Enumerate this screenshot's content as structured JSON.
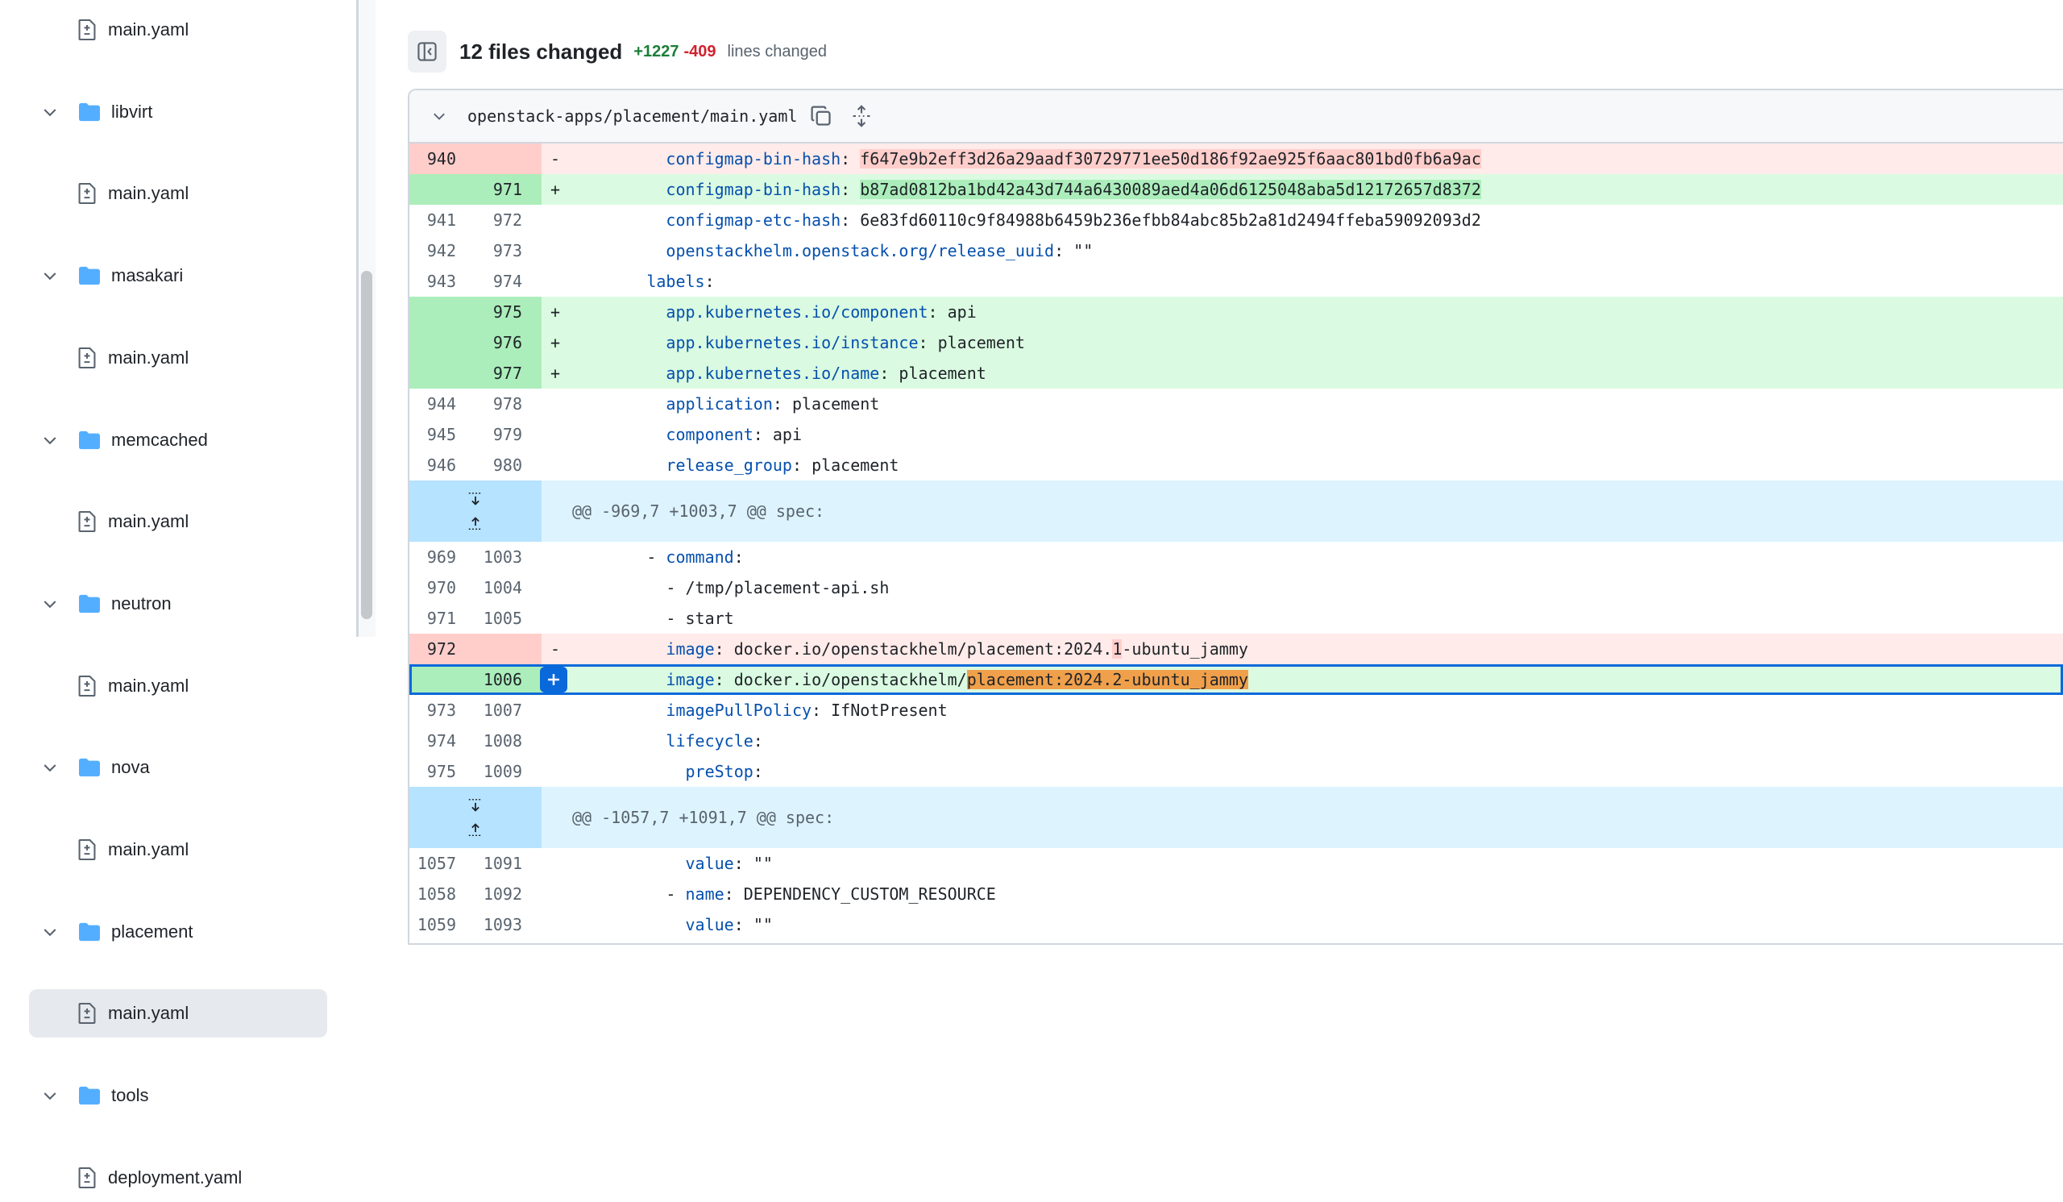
{
  "sidebar": {
    "tree": [
      {
        "type": "file",
        "name": "main.yaml"
      },
      {
        "type": "folder",
        "name": "libvirt"
      },
      {
        "type": "file",
        "name": "main.yaml"
      },
      {
        "type": "folder",
        "name": "masakari"
      },
      {
        "type": "file",
        "name": "main.yaml"
      },
      {
        "type": "folder",
        "name": "memcached"
      },
      {
        "type": "file",
        "name": "main.yaml"
      },
      {
        "type": "folder",
        "name": "neutron"
      },
      {
        "type": "file",
        "name": "main.yaml"
      },
      {
        "type": "folder",
        "name": "nova"
      },
      {
        "type": "file",
        "name": "main.yaml"
      },
      {
        "type": "folder",
        "name": "placement"
      },
      {
        "type": "file",
        "name": "main.yaml",
        "selected": true
      },
      {
        "type": "folder",
        "name": "tools"
      },
      {
        "type": "file",
        "name": "deployment.yaml"
      }
    ]
  },
  "header": {
    "title": "12 files changed",
    "additions": "+1227",
    "deletions": "-409",
    "lines_changed": "lines changed"
  },
  "file": {
    "path": "openstack-apps/placement/main.yaml"
  },
  "diff": [
    {
      "type": "del",
      "old": "940",
      "new": "",
      "sign": "-",
      "indent": "        ",
      "key": "configmap-bin-hash",
      "sep": ": ",
      "val": "f647e9b2eff3d26a29aadf30729771ee50d186f92ae925f6aac801bd0fb6a9ac",
      "hl": "val"
    },
    {
      "type": "add",
      "old": "",
      "new": "971",
      "sign": "+",
      "indent": "        ",
      "key": "configmap-bin-hash",
      "sep": ": ",
      "val": "b87ad0812ba1bd42a43d744a6430089aed4a06d6125048aba5d12172657d8372",
      "hl": "val"
    },
    {
      "type": "ctx",
      "old": "941",
      "new": "972",
      "sign": "",
      "indent": "        ",
      "key": "configmap-etc-hash",
      "sep": ": ",
      "val": "6e83fd60110c9f84988b6459b236efbb84abc85b2a81d2494ffeba59092093d2"
    },
    {
      "type": "ctx",
      "old": "942",
      "new": "973",
      "sign": "",
      "indent": "        ",
      "key": "openstackhelm.openstack.org/release_uuid",
      "sep": ": ",
      "val": "\"\""
    },
    {
      "type": "ctx",
      "old": "943",
      "new": "974",
      "sign": "",
      "indent": "      ",
      "key": "labels",
      "sep": ":",
      "val": ""
    },
    {
      "type": "add",
      "old": "",
      "new": "975",
      "sign": "+",
      "indent": "        ",
      "key": "app.kubernetes.io/component",
      "sep": ": ",
      "val": "api"
    },
    {
      "type": "add",
      "old": "",
      "new": "976",
      "sign": "+",
      "indent": "        ",
      "key": "app.kubernetes.io/instance",
      "sep": ": ",
      "val": "placement"
    },
    {
      "type": "add",
      "old": "",
      "new": "977",
      "sign": "+",
      "indent": "        ",
      "key": "app.kubernetes.io/name",
      "sep": ": ",
      "val": "placement"
    },
    {
      "type": "ctx",
      "old": "944",
      "new": "978",
      "sign": "",
      "indent": "        ",
      "key": "application",
      "sep": ": ",
      "val": "placement"
    },
    {
      "type": "ctx",
      "old": "945",
      "new": "979",
      "sign": "",
      "indent": "        ",
      "key": "component",
      "sep": ": ",
      "val": "api"
    },
    {
      "type": "ctx",
      "old": "946",
      "new": "980",
      "sign": "",
      "indent": "        ",
      "key": "release_group",
      "sep": ": ",
      "val": "placement"
    },
    {
      "type": "hunk",
      "text": "@@ -969,7 +1003,7 @@ spec:"
    },
    {
      "type": "ctx",
      "old": "969",
      "new": "1003",
      "sign": "",
      "indent": "      - ",
      "key": "command",
      "sep": ":",
      "val": ""
    },
    {
      "type": "ctx",
      "old": "970",
      "new": "1004",
      "sign": "",
      "indent": "        - ",
      "key": "",
      "sep": "",
      "val": "/tmp/placement-api.sh"
    },
    {
      "type": "ctx",
      "old": "971",
      "new": "1005",
      "sign": "",
      "indent": "        - ",
      "key": "",
      "sep": "",
      "val": "start"
    },
    {
      "type": "del",
      "old": "972",
      "new": "",
      "sign": "-",
      "indent": "        ",
      "key": "image",
      "sep": ": ",
      "val_pre": "docker.io/openstackhelm/placement:2024.",
      "val_hl": "1",
      "val_post": "-ubuntu_jammy"
    },
    {
      "type": "add",
      "old": "",
      "new": "1006",
      "sign": "+",
      "indent": "        ",
      "key": "image",
      "sep": ": ",
      "val_pre": "docker.io/openstackhelm/",
      "val_hl": "placement:2024.2-ubuntu_jammy",
      "val_post": "",
      "selected": true
    },
    {
      "type": "ctx",
      "old": "973",
      "new": "1007",
      "sign": "",
      "indent": "        ",
      "key": "imagePullPolicy",
      "sep": ": ",
      "val": "IfNotPresent"
    },
    {
      "type": "ctx",
      "old": "974",
      "new": "1008",
      "sign": "",
      "indent": "        ",
      "key": "lifecycle",
      "sep": ":",
      "val": ""
    },
    {
      "type": "ctx",
      "old": "975",
      "new": "1009",
      "sign": "",
      "indent": "          ",
      "key": "preStop",
      "sep": ":",
      "val": ""
    },
    {
      "type": "hunk",
      "text": "@@ -1057,7 +1091,7 @@ spec:"
    },
    {
      "type": "ctx",
      "old": "1057",
      "new": "1091",
      "sign": "",
      "indent": "          ",
      "key": "value",
      "sep": ": ",
      "val": "\"\""
    },
    {
      "type": "ctx",
      "old": "1058",
      "new": "1092",
      "sign": "",
      "indent": "        - ",
      "key": "name",
      "sep": ": ",
      "val": "DEPENDENCY_CUSTOM_RESOURCE"
    },
    {
      "type": "ctx",
      "old": "1059",
      "new": "1093",
      "sign": "",
      "indent": "          ",
      "key": "value",
      "sep": ": ",
      "val": "\"\""
    }
  ],
  "colors": {
    "accent": "#0969da",
    "addition": "#1a7f37",
    "deletion": "#cf222e",
    "folder": "#54aeff"
  }
}
